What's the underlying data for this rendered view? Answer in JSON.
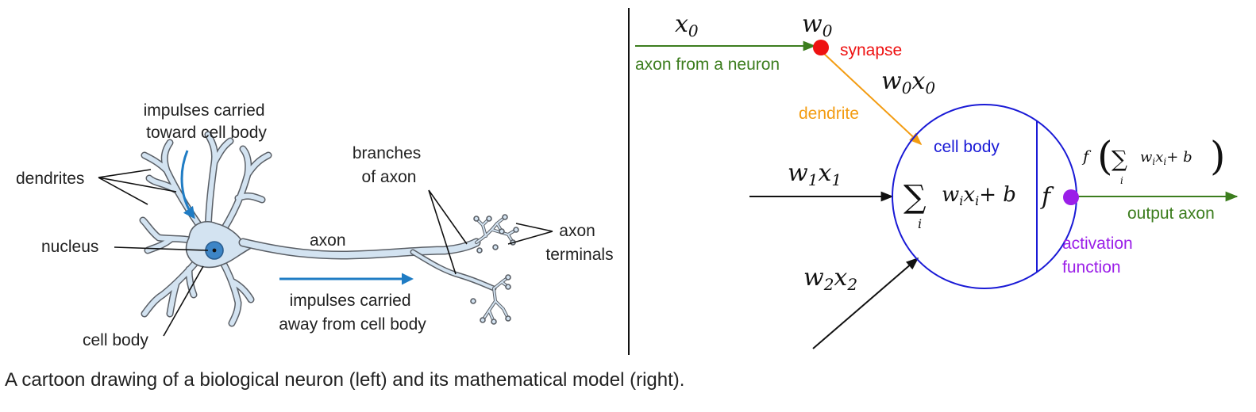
{
  "colors": {
    "axon_in": "#3c7d1e",
    "synapse": "#ee1111",
    "dendrite": "#f39c12",
    "cell_body": "#1a1ad6",
    "activation": "#9b1fe8",
    "output": "#3c7d1e",
    "neuron_fill": "#d3e3f1",
    "neuron_edge": "#5a5f66",
    "nucleus": "#3d85c6",
    "impulse_arrow": "#1f7cc4"
  },
  "left": {
    "impulses_toward": [
      "impulses carried",
      "toward cell body"
    ],
    "dendrites": "dendrites",
    "nucleus": "nucleus",
    "cell_body": "cell body",
    "axon": "axon",
    "branches": [
      "branches",
      "of axon"
    ],
    "axon_terminals": [
      "axon",
      "terminals"
    ],
    "impulses_away": [
      "impulses carried",
      "away from cell body"
    ]
  },
  "right": {
    "x0": "x",
    "x0_sub": "0",
    "w0": "w",
    "w0_sub": "0",
    "synapse": "synapse",
    "axon_from": "axon from a neuron",
    "w0x0_a": "w",
    "w0x0_a_sub": "0",
    "w0x0_b": "x",
    "w0x0_b_sub": "0",
    "dendrite": "dendrite",
    "cell_body": "cell body",
    "w1x1_a": "w",
    "w1x1_a_sub": "1",
    "w1x1_b": "x",
    "w1x1_b_sub": "1",
    "w2x2_a": "w",
    "w2x2_a_sub": "2",
    "w2x2_b": "x",
    "w2x2_b_sub": "2",
    "sigma": "∑",
    "sum_sub": "i",
    "sum_w": "w",
    "sum_w_sub": "i",
    "sum_x": "x",
    "sum_x_sub": "i",
    "sum_plus_b": "+ b",
    "f": "f",
    "out_f": "f",
    "out_w": "w",
    "out_w_sub": "i",
    "out_x": "x",
    "out_x_sub": "i",
    "out_plus_b": "+ b",
    "output_axon": "output axon",
    "activation": [
      "activation",
      "function"
    ]
  },
  "caption": "A cartoon drawing of a biological neuron (left) and its mathematical model (right)."
}
